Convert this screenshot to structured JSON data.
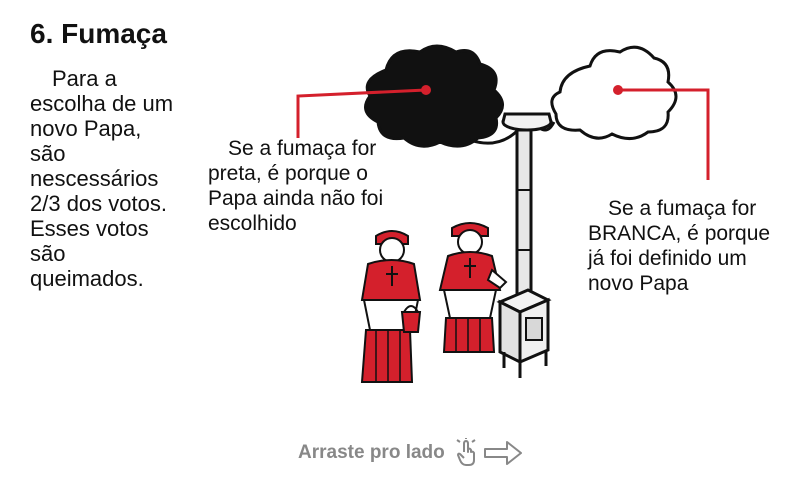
{
  "title": "6. Fumaça",
  "intro": "Para a escolha de um novo Papa, são nescessários 2/3 dos votos. Esses votos são queimados.",
  "notes": {
    "black_smoke": "Se a fumaça for preta, é porque o Papa ainda não foi escolhido",
    "white_smoke": "Se a fumaça for BRANCA, é porque já foi definido um novo Papa"
  },
  "hint": {
    "label": "Arraste pro lado",
    "icons": [
      "swipe-hand-icon",
      "arrow-right-icon"
    ]
  },
  "colors": {
    "cardinal_red": "#d4202c",
    "leader_red": "#d4202c",
    "black_smoke": "#111111",
    "white_smoke": "#ffffff",
    "stove_gray": "#e8e8e8",
    "hint_gray": "#888888"
  }
}
